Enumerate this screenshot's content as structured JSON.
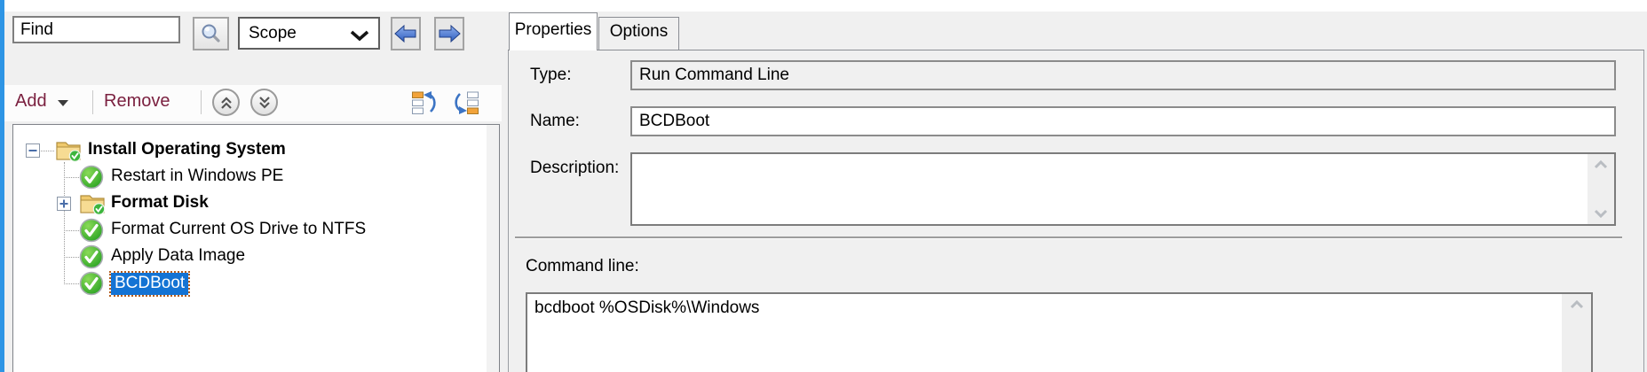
{
  "find_toolbar": {
    "find_value": "Find",
    "scope_value": "Scope"
  },
  "edit_toolbar": {
    "add_label": "Add",
    "remove_label": "Remove"
  },
  "tree": {
    "items": [
      {
        "label": "Install Operating System",
        "icon": "folder-checked",
        "expander": "expanded",
        "bold": true,
        "selected": false
      },
      {
        "label": "Restart in Windows PE",
        "icon": "green-check",
        "selected": false
      },
      {
        "label": "Format Disk",
        "icon": "folder-checked",
        "expander": "collapsed",
        "bold": true,
        "selected": false
      },
      {
        "label": "Format Current OS Drive to NTFS",
        "icon": "green-check",
        "selected": false
      },
      {
        "label": "Apply Data Image",
        "icon": "green-check",
        "selected": false
      },
      {
        "label": "BCDBoot",
        "icon": "green-check",
        "selected": true
      }
    ]
  },
  "tabs": {
    "properties": "Properties",
    "options": "Options"
  },
  "properties_form": {
    "type_label": "Type:",
    "type_value": "Run Command Line",
    "name_label": "Name:",
    "name_value": "BCDBoot",
    "description_label": "Description:",
    "description_value": "",
    "command_label": "Command line:",
    "command_value": "bcdboot %OSDisk%\\Windows"
  },
  "colors": {
    "selection_blue": "#1373d4",
    "toolbar_text_maroon": "#7b2140",
    "status_green": "#2eae2e",
    "folder_yellow": "#f2cf7e",
    "left_stripe_blue": "#2e95e5",
    "focus_dot_orange": "#b35c1c"
  }
}
